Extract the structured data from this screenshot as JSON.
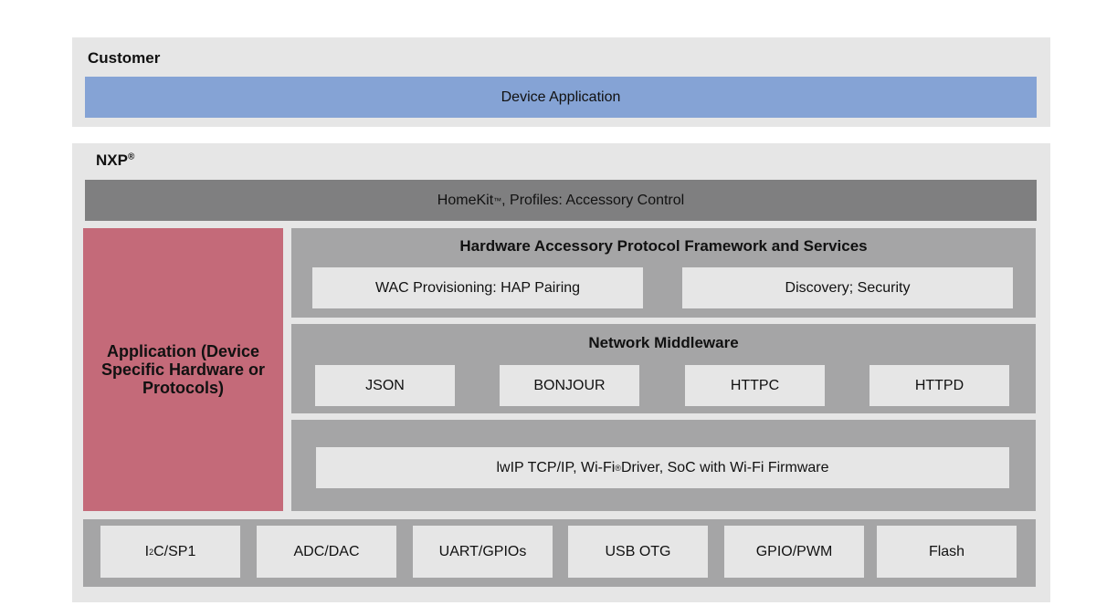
{
  "customer": {
    "title": "Customer",
    "device_application": "Device Application"
  },
  "nxp": {
    "title_text": "NXP",
    "title_mark": "®",
    "homekit": {
      "name": "HomeKit",
      "mark": "™",
      "rest": ", Profiles: Accessory Control"
    },
    "application": "Application (Device Specific Hardware or Protocols)",
    "hap": {
      "title": "Hardware Accessory Protocol Framework and Services",
      "items": [
        "WAC Provisioning: HAP Pairing",
        "Discovery; Security"
      ]
    },
    "network": {
      "title": "Network Middleware",
      "items": [
        "JSON",
        "BONJOUR",
        "HTTPC",
        "HTTPD"
      ]
    },
    "stack": {
      "before": "lwIP TCP/IP, Wi-Fi",
      "mark": "®",
      "after": " Driver, SoC with Wi-Fi Firmware"
    },
    "hardware": {
      "i2c_prefix": "I",
      "i2c_sup": "2",
      "i2c_suffix": "C/SP1",
      "items": [
        "ADC/DAC",
        "UART/GPIOs",
        "USB OTG",
        "GPIO/PWM",
        "Flash"
      ]
    }
  },
  "colors": {
    "panel": "#e6e6e6",
    "device_application": "#85a3d5",
    "homekit_bar": "#7f7f80",
    "section_gray": "#a5a5a6",
    "application": "#c46a79"
  }
}
